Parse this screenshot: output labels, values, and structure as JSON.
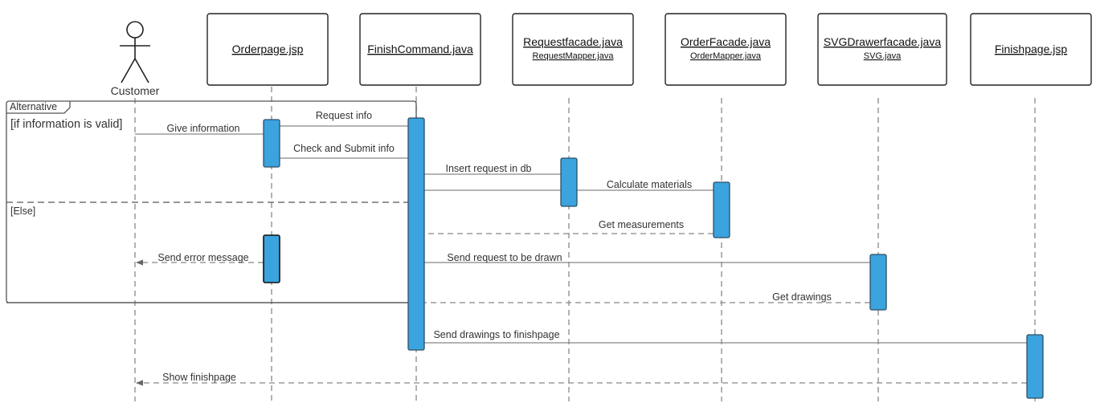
{
  "actor": {
    "label": "Customer"
  },
  "participants": [
    {
      "title": "Orderpage.jsp",
      "subtitle": ""
    },
    {
      "title": "FinishCommand.java",
      "subtitle": ""
    },
    {
      "title": "Requestfacade.java",
      "subtitle": "RequestMapper.java"
    },
    {
      "title": "OrderFacade.java",
      "subtitle": "OrderMapper.java"
    },
    {
      "title": "SVGDrawerfacade.java",
      "subtitle": "SVG.java"
    },
    {
      "title": "Finishpage.jsp",
      "subtitle": ""
    }
  ],
  "fragment": {
    "operator": "Alternative",
    "guard_if": "[if information is valid]",
    "guard_else": "[Else]"
  },
  "messages": [
    {
      "label": "Give information",
      "style": "solid"
    },
    {
      "label": "Request info",
      "style": "solid"
    },
    {
      "label": "Check and Submit info",
      "style": "solid"
    },
    {
      "label": "Insert request in db",
      "style": "solid"
    },
    {
      "label": "Calculate materials",
      "style": "solid"
    },
    {
      "label": "Get measurements",
      "style": "dashed"
    },
    {
      "label": "Send error message",
      "style": "dashed"
    },
    {
      "label": "Send request to be drawn",
      "style": "solid"
    },
    {
      "label": "Get drawings",
      "style": "dashed"
    },
    {
      "label": "Send drawings to finishpage",
      "style": "solid"
    },
    {
      "label": "Show finishpage",
      "style": "dashed"
    }
  ],
  "colors": {
    "activation_fill": "#3ba3dd",
    "activation_stroke": "#2e4f66",
    "line": "#888888",
    "frame": "#555555"
  }
}
